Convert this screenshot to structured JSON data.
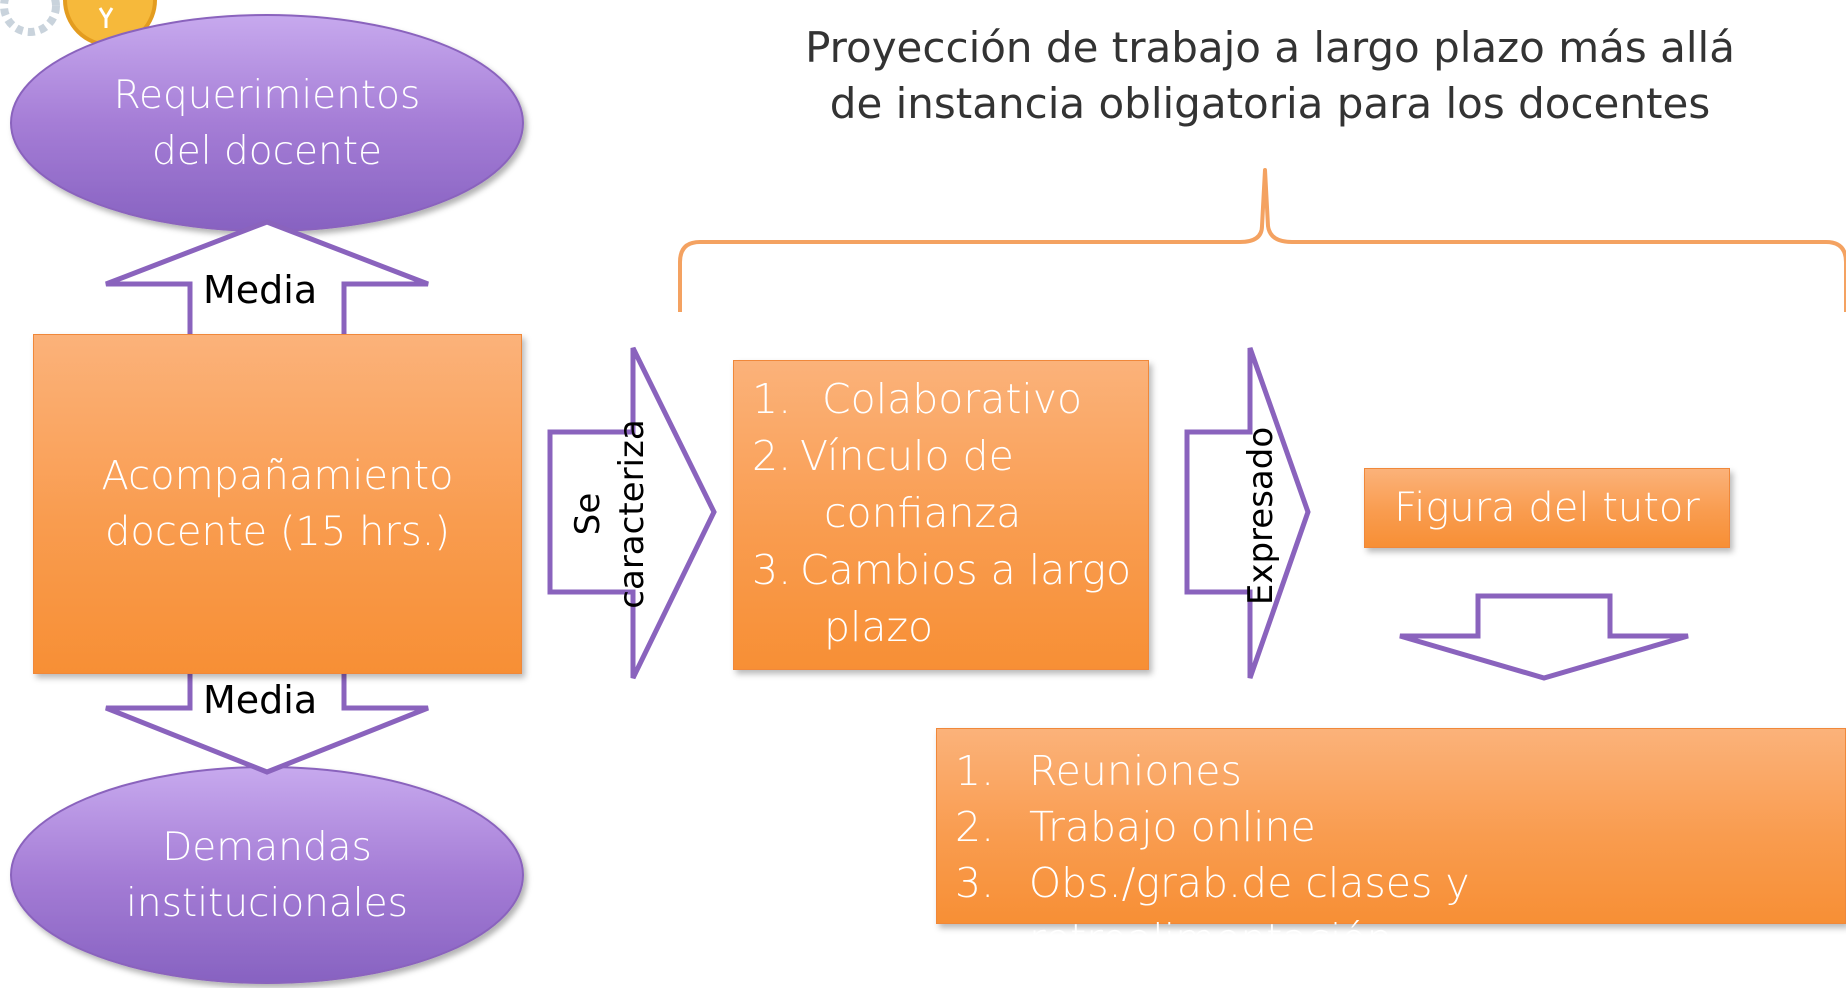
{
  "title": [
    "Proyección de trabajo a largo plazo más allá",
    "de instancia obligatoria para los docentes"
  ],
  "ellipse_top": [
    "Requerimientos",
    "del docente"
  ],
  "ellipse_bottom": [
    "Demandas",
    "institucionales"
  ],
  "main_box": [
    "Acompañamiento",
    "docente (15 hrs.)"
  ],
  "arrow_up_label": "Media",
  "arrow_down_label": "Media",
  "arrow_right1_label": [
    "Se",
    "caracteriza"
  ],
  "arrow_right2_label": "Expresado",
  "features": [
    {
      "num": "1.",
      "text": "Colaborativo"
    },
    {
      "num": "2.",
      "text": "Vínculo de"
    },
    {
      "num": "",
      "text": "confianza"
    },
    {
      "num": "3.",
      "text": "Cambios a largo"
    },
    {
      "num": "",
      "text": "plazo"
    }
  ],
  "tutor_box": "Figura del tutor",
  "activities": [
    {
      "num": "1.",
      "text": "Reuniones"
    },
    {
      "num": "2.",
      "text": "Trabajo online"
    },
    {
      "num": "3.",
      "text": "Obs./grab.de clases y retroalimentación"
    }
  ],
  "colors": {
    "orange": "#f99c4f",
    "purple_fill": "#a57dd6",
    "purple_stroke": "#8a63bd",
    "brace": "#f4a261"
  },
  "icons": [
    "lightbulb-gear-logo"
  ]
}
